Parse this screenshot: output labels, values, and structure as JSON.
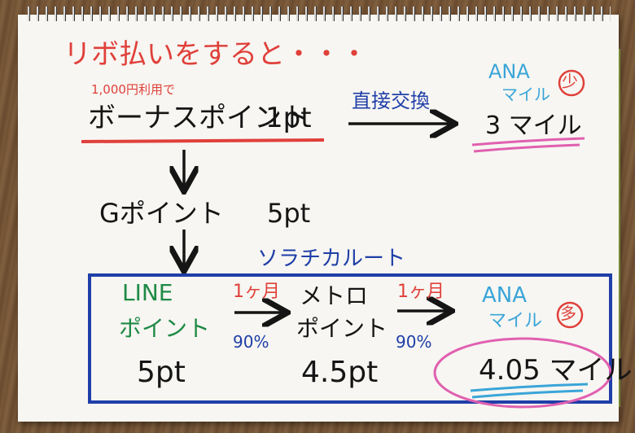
{
  "title": "リボ払いをすると・・・",
  "bonus": {
    "note": "1,000円利用で",
    "label": "ボーナスポイント",
    "value": "1pt"
  },
  "direct_exchange": {
    "label": "直接交換",
    "target_top": "ANA",
    "target_bottom": "マイル",
    "badge": "少",
    "result": "3 マイル"
  },
  "g_point": {
    "label": "Gポイント",
    "value": "5pt"
  },
  "route_label": "ソラチカルート",
  "route": {
    "line_top": "LINE",
    "line_bottom": "ポイント",
    "line_value": "5pt",
    "step1_top": "1ヶ月",
    "step1_rate": "90%",
    "metro_top": "メトロ",
    "metro_bottom": "ポイント",
    "metro_value": "4.5pt",
    "step2_top": "1ヶ月",
    "step2_rate": "90%",
    "ana_top": "ANA",
    "ana_bottom": "マイル",
    "badge": "多",
    "result": "4.05 マイル"
  },
  "colors": {
    "red": "#e0403a",
    "blue": "#1f3ea8",
    "cyan": "#3aa5d8",
    "green": "#1f8a45",
    "pink": "#e060b0"
  }
}
